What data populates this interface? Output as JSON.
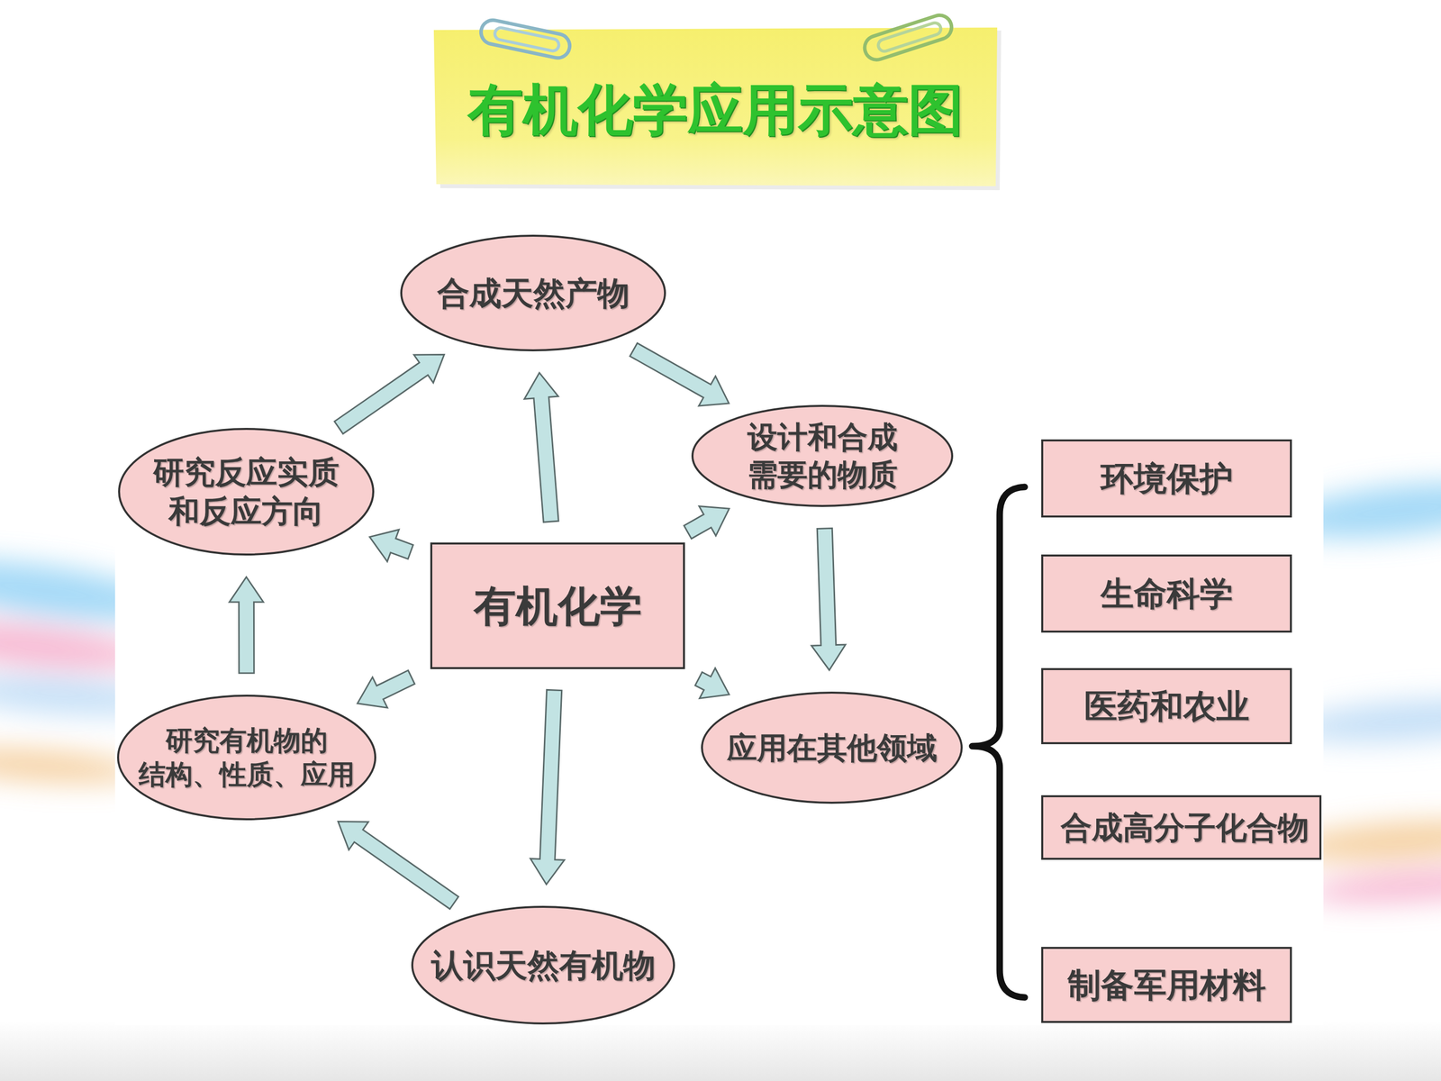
{
  "diagram": {
    "title": "有机化学应用示意图",
    "nodes": [
      {
        "text": [
          "合成天然产物"
        ]
      },
      {
        "text": [
          "研究反应实质 和反应方向"
        ]
      },
      {
        "text": [
          "设计和合成 需要的物质"
        ]
      },
      {
        "text": [
          "有机化学"
        ]
      },
      {
        "text": [
          "研究有机物的 结构、性质、应用"
        ]
      },
      {
        "text": [
          "应用在其他领域"
        ]
      },
      {
        "text": [
          "认识天然有机物"
        ]
      },
      {
        "text": [
          "环境保护"
        ]
      },
      {
        "text": [
          "生命科学"
        ]
      },
      {
        "text": [
          "医药和农业"
        ]
      },
      {
        "text": [
          "合成高分子化合物"
        ]
      },
      {
        "text": [
          "制备军用材料"
        ]
      }
    ],
    "edges": [
      {
        "from": 3,
        "to": 0,
        "arrow": "to"
      },
      {
        "from": 3,
        "to": 1,
        "arrow": "to"
      },
      {
        "from": 3,
        "to": 2,
        "arrow": "to"
      },
      {
        "from": 3,
        "to": 4,
        "arrow": "to"
      },
      {
        "from": 3,
        "to": 5,
        "arrow": "to"
      },
      {
        "from": 3,
        "to": 6,
        "arrow": "to"
      },
      {
        "from": 1,
        "to": 0,
        "arrow": "to"
      },
      {
        "from": 0,
        "to": 2,
        "arrow": "to"
      },
      {
        "from": 2,
        "to": 5,
        "arrow": "to"
      },
      {
        "from": 4,
        "to": 1,
        "arrow": "to"
      },
      {
        "from": 6,
        "to": 4,
        "arrow": "to"
      }
    ]
  }
}
